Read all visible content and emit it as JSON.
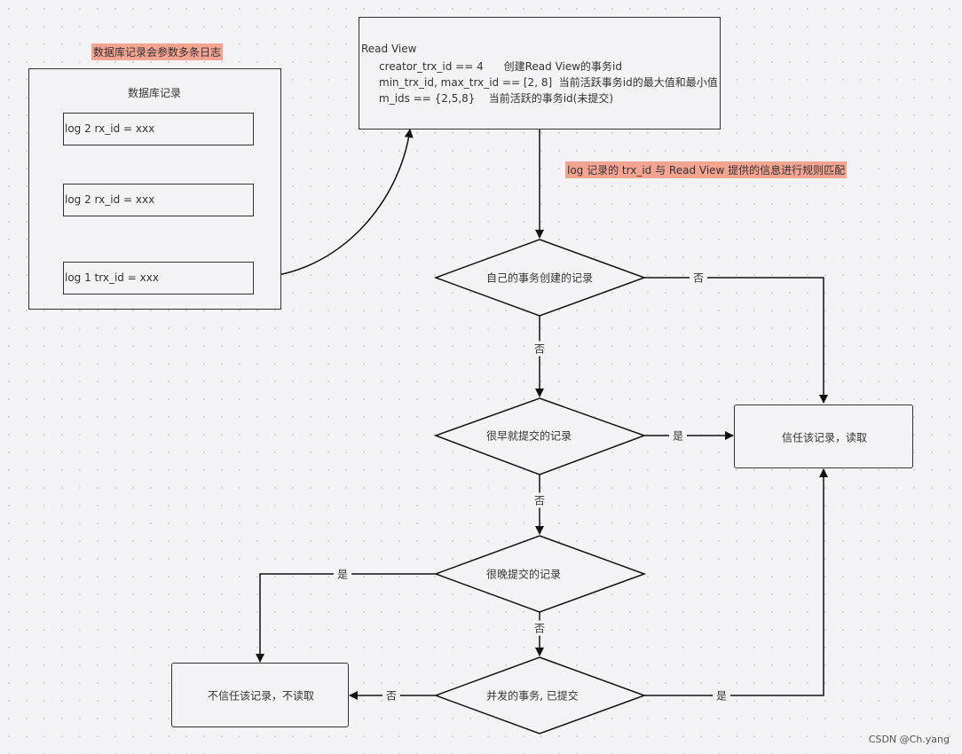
{
  "db_section": {
    "header_note": "数据库记录会参数多条日志",
    "title": "数据库记录",
    "logs": [
      "log 2 rx_id = xxx",
      "log 2 rx_id = xxx",
      "log 1   trx_id = xxx"
    ]
  },
  "read_view": {
    "title": "Read View",
    "lines": [
      "creator_trx_id == 4      创建Read View的事务id",
      "min_trx_id, max_trx_id == [2, 8]  当前活跃事务id的最大值和最小值",
      "m_ids == {2,5,8}    当前活跃的事务id(未提交)"
    ]
  },
  "match_note": "log 记录的 trx_id 与 Read View 提供的信息进行规则匹配",
  "decisions": {
    "d1": "自己的事务创建的记录",
    "d2": "很早就提交的记录",
    "d3": "很晚提交的记录",
    "d4": "并发的事务, 已提交"
  },
  "outcomes": {
    "trust": "信任该记录，读取",
    "distrust": "不信任该记录，不读取"
  },
  "edge_labels": {
    "d1_no_right": "否",
    "d1_no_down": "否",
    "d2_yes": "是",
    "d2_no": "否",
    "d3_yes": "是",
    "d3_no": "否",
    "d4_no": "否",
    "d4_yes": "是"
  },
  "watermark": "CSDN @Ch.yang"
}
